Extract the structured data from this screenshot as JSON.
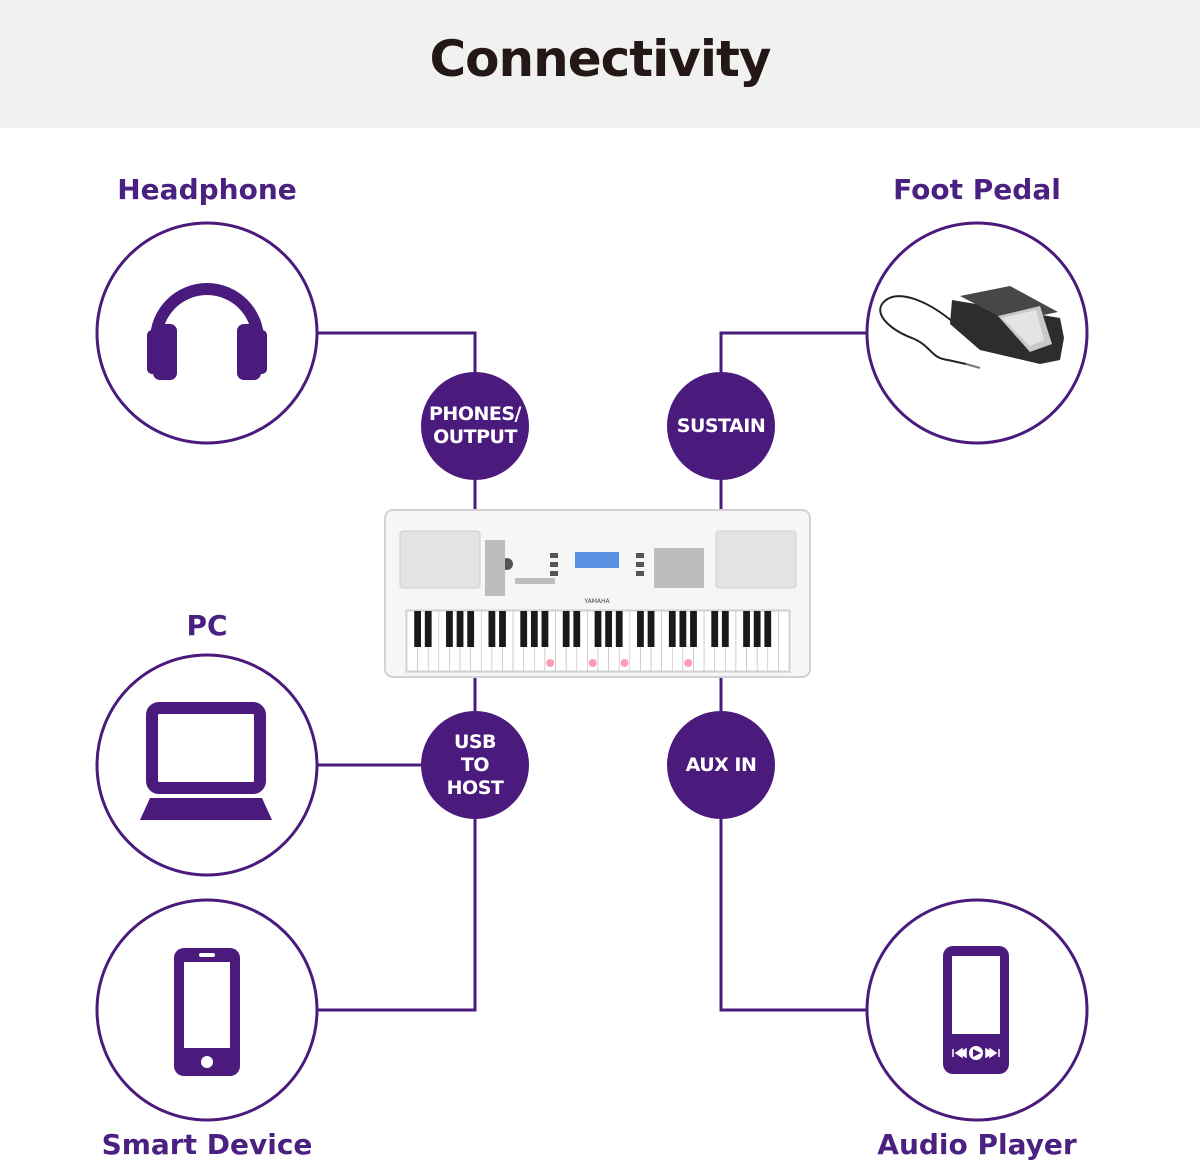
{
  "title": "Connectivity",
  "devices": {
    "headphone": "Headphone",
    "foot_pedal": "Foot Pedal",
    "pc": "PC",
    "smart_device": "Smart Device",
    "audio_player": "Audio Player"
  },
  "ports": {
    "phones_output": "PHONES/\nOUTPUT",
    "sustain": "SUSTAIN",
    "usb_to_host": "USB\nTO\nHOST",
    "aux_in": "AUX IN"
  },
  "keyboard": {
    "brand": "YAMAHA"
  },
  "colors": {
    "accent": "#4a1a7c",
    "title": "#231815",
    "header_bg": "#f1f1f1"
  }
}
